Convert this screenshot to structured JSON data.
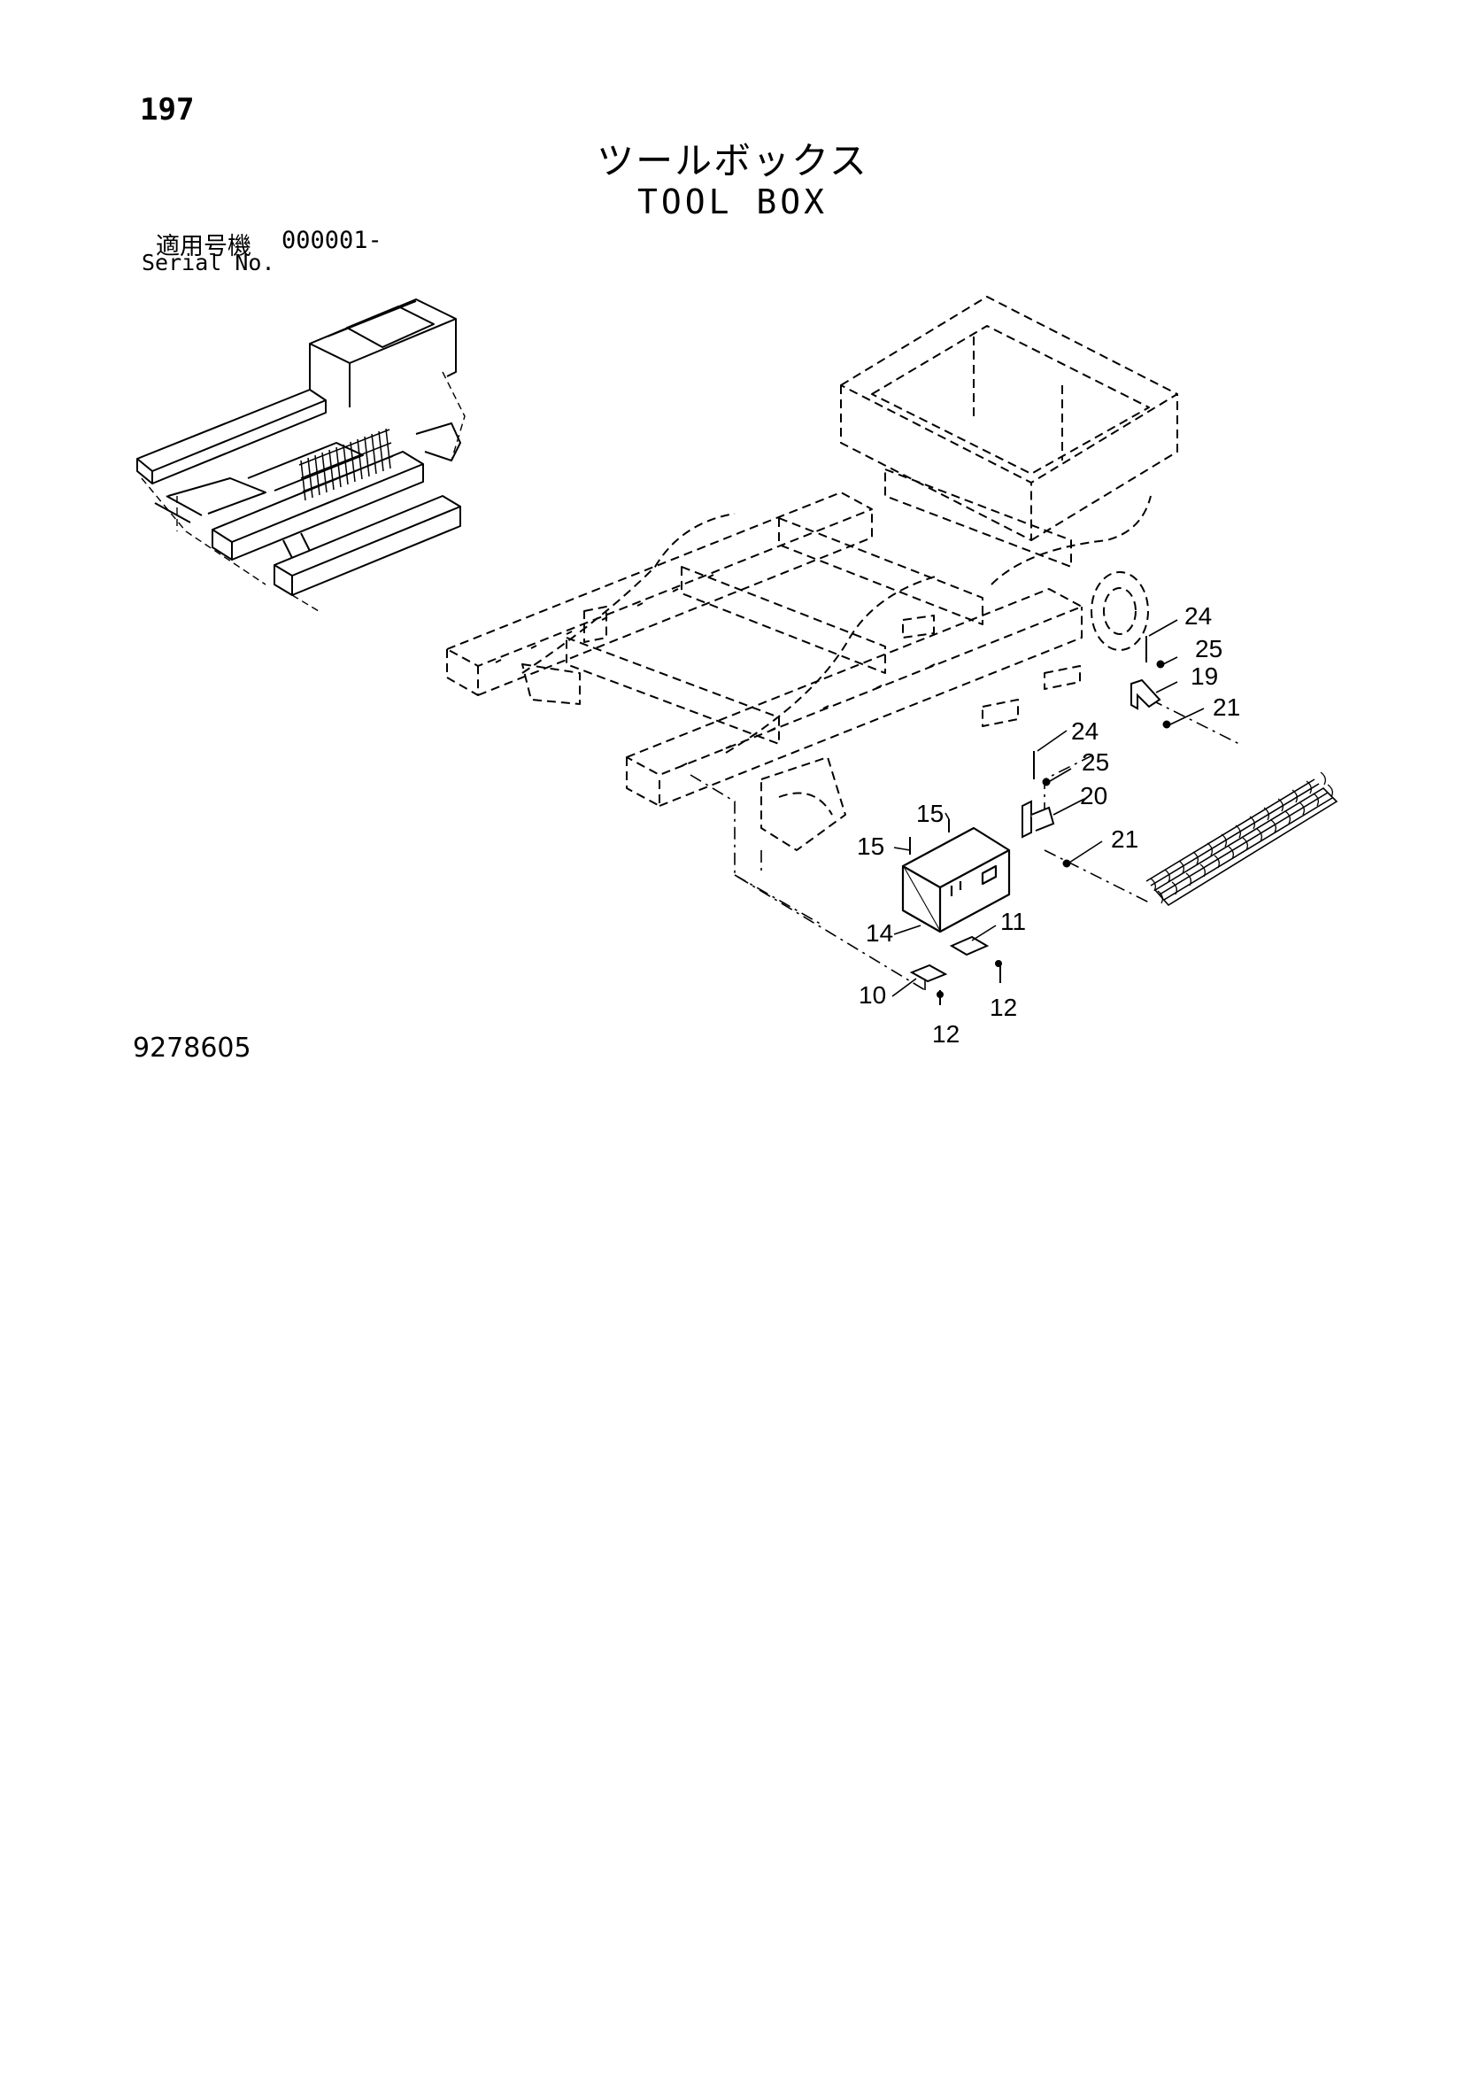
{
  "page": {
    "number": "197"
  },
  "header": {
    "title_jp": "ツールボックス",
    "title_en": "TOOL BOX"
  },
  "serial": {
    "label_jp": "適用号機",
    "value": "000001-",
    "label_en": "Serial No."
  },
  "drawing_number": "9278605",
  "callouts": [
    {
      "id": "c24a",
      "text": "24"
    },
    {
      "id": "c25a",
      "text": "25"
    },
    {
      "id": "c19",
      "text": "19"
    },
    {
      "id": "c21a",
      "text": "21"
    },
    {
      "id": "c24b",
      "text": "24"
    },
    {
      "id": "c25b",
      "text": "25"
    },
    {
      "id": "c20",
      "text": "20"
    },
    {
      "id": "c21b",
      "text": "21"
    },
    {
      "id": "c15a",
      "text": "15"
    },
    {
      "id": "c15b",
      "text": "15"
    },
    {
      "id": "c14",
      "text": "14"
    },
    {
      "id": "c11",
      "text": "11"
    },
    {
      "id": "c10",
      "text": "10"
    },
    {
      "id": "c12a",
      "text": "12"
    },
    {
      "id": "c12b",
      "text": "12"
    }
  ]
}
